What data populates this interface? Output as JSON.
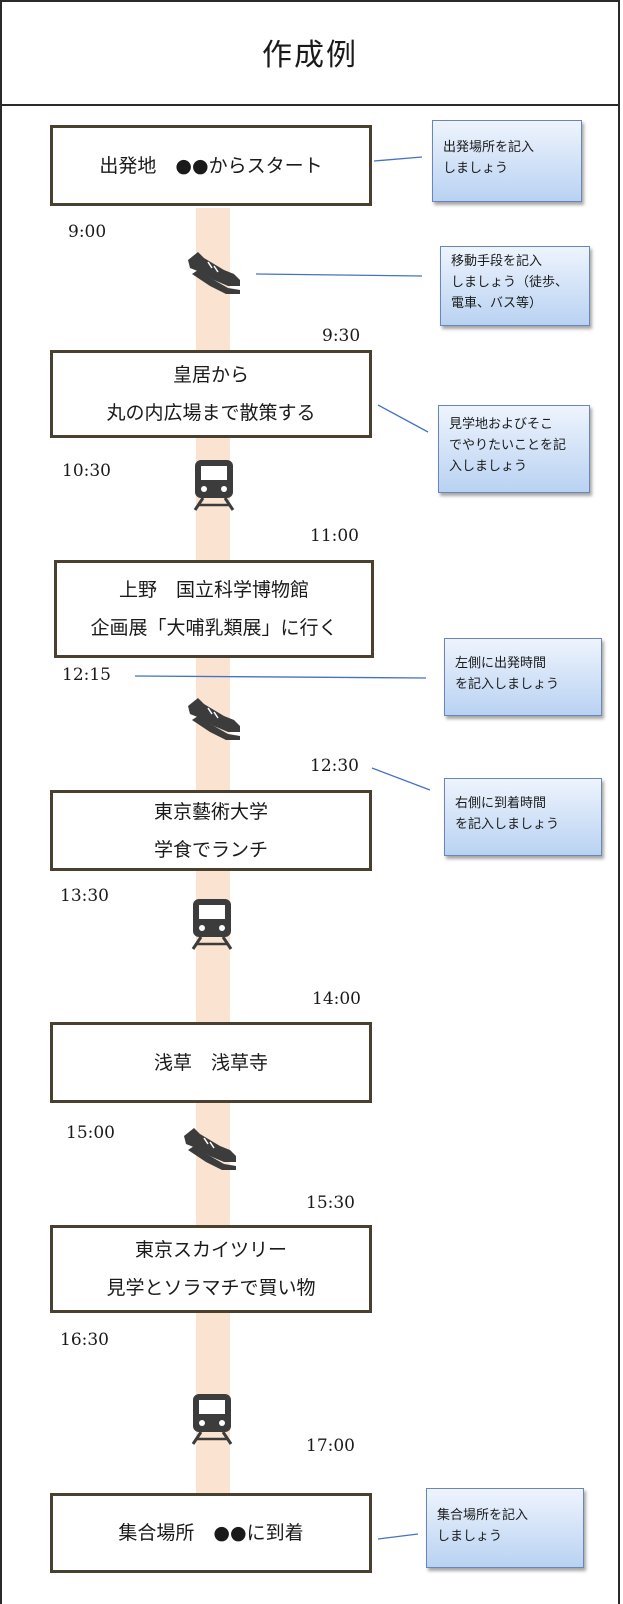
{
  "title": "作成例",
  "stops": [
    {
      "lines": [
        "出発地　●●からスタート"
      ]
    },
    {
      "lines": [
        "皇居から",
        "丸の内広場まで散策する"
      ]
    },
    {
      "lines": [
        "上野　国立科学博物館",
        "企画展「大哺乳類展」に行く"
      ]
    },
    {
      "lines": [
        "東京藝術大学",
        "学食でランチ"
      ]
    },
    {
      "lines": [
        "浅草　浅草寺"
      ]
    },
    {
      "lines": [
        "東京スカイツリー",
        "見学とソラマチで買い物"
      ]
    },
    {
      "lines": [
        "集合場所　●●に到着"
      ]
    }
  ],
  "times": [
    "9:00",
    "9:30",
    "10:30",
    "11:00",
    "12:15",
    "12:30",
    "13:30",
    "14:00",
    "15:00",
    "15:30",
    "16:30",
    "17:00"
  ],
  "transport_icons": [
    "shoe-icon",
    "train-icon",
    "shoe-icon",
    "train-icon",
    "shoe-icon",
    "train-icon"
  ],
  "notes": [
    {
      "lines": [
        "出発場所を記入",
        "しましょう"
      ]
    },
    {
      "lines": [
        "移動手段を記入",
        "しましょう（徒歩、",
        "電車、バス等）"
      ]
    },
    {
      "lines": [
        "見学地およびそこ",
        "でやりたいことを記",
        "入しましょう"
      ]
    },
    {
      "lines": [
        "左側に出発時間",
        "を記入しましょう"
      ]
    },
    {
      "lines": [
        "右側に到着時間",
        "を記入しましょう"
      ]
    },
    {
      "lines": [
        "集合場所を記入",
        "しましょう"
      ]
    }
  ],
  "colors": {
    "timeline": "#fbe3d2",
    "note_top": "#eef4fd",
    "note_bottom": "#b9d2f2",
    "connector": "#4472c4",
    "icon": "#3c3c3c"
  }
}
